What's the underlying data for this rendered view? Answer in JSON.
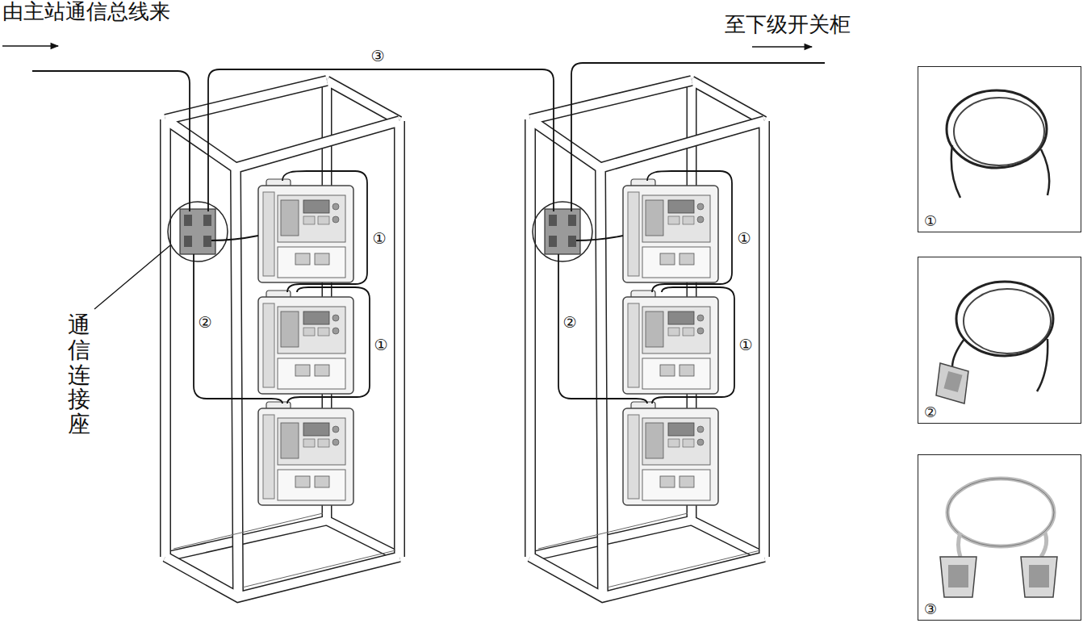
{
  "diagram": {
    "nodes": [
      {
        "text": [
          "①"
        ]
      },
      {
        "text": [
          "②"
        ]
      },
      {
        "text": [
          "③"
        ]
      }
    ],
    "labels": [
      "由主站通信总线来",
      "至下级开关柜",
      "③",
      "①",
      "①",
      "②",
      "①",
      "①",
      "②",
      "通信连接座"
    ]
  }
}
